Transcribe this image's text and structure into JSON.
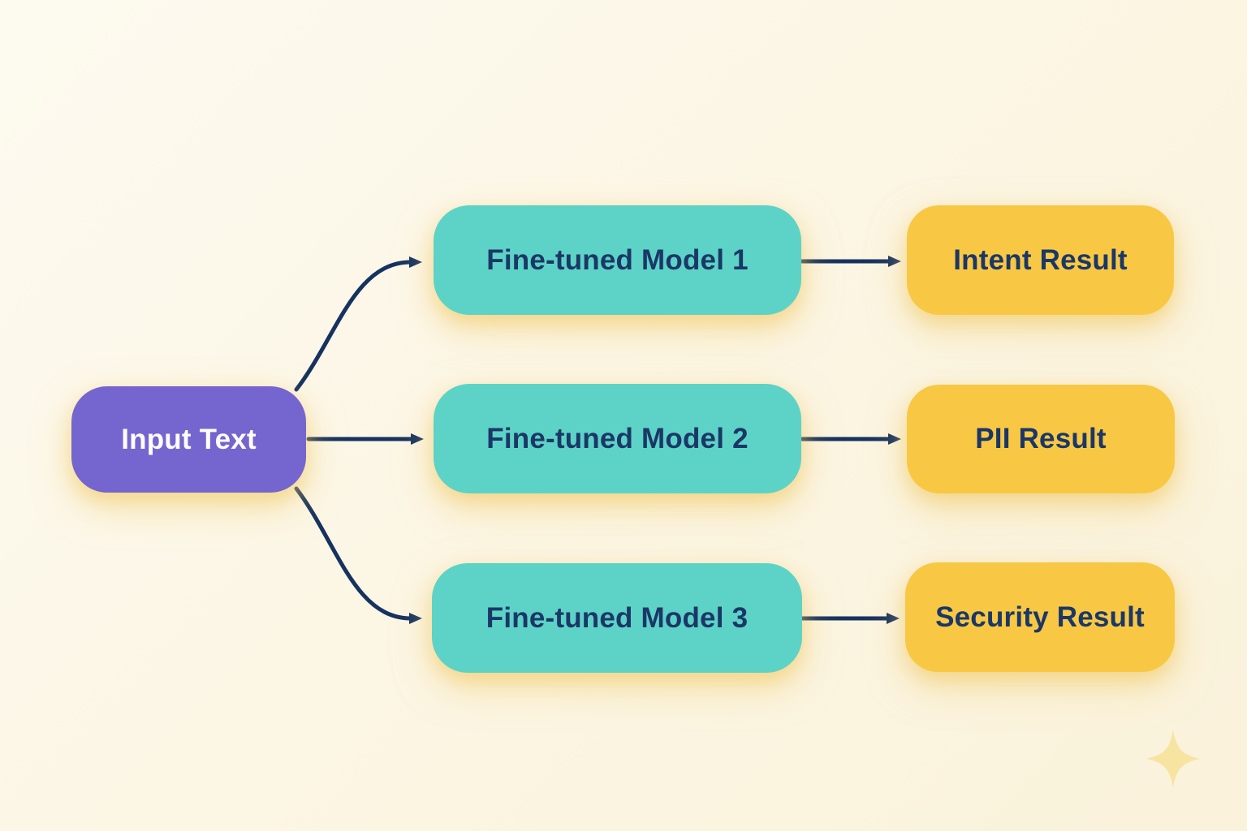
{
  "diagram": {
    "arrow_color": "#16325F",
    "sparkle_color": "#F7E4A1",
    "background_color": "#FCF6E5",
    "nodes": [
      {
        "id": "input-text",
        "label": "Input Text",
        "fill": "#7565CE",
        "text_color": "#FDFCFE"
      },
      {
        "id": "fine-tuned-model-1",
        "label": "Fine-tuned Model 1",
        "fill": "#5CD3C6",
        "text_color": "#1B3767"
      },
      {
        "id": "fine-tuned-model-2",
        "label": "Fine-tuned Model 2",
        "fill": "#5CD3C6",
        "text_color": "#1B3767"
      },
      {
        "id": "fine-tuned-model-3",
        "label": "Fine-tuned Model 3",
        "fill": "#5CD3C6",
        "text_color": "#1B3767"
      },
      {
        "id": "intent-result",
        "label": "Intent Result",
        "fill": "#F8C845",
        "text_color": "#1B3767"
      },
      {
        "id": "pii-result",
        "label": "PII Result",
        "fill": "#F8C845",
        "text_color": "#1B3767"
      },
      {
        "id": "security-result",
        "label": "Security Result",
        "fill": "#F8C845",
        "text_color": "#1B3767"
      }
    ],
    "edges": [
      {
        "from": "input-text",
        "to": "fine-tuned-model-1"
      },
      {
        "from": "input-text",
        "to": "fine-tuned-model-2"
      },
      {
        "from": "input-text",
        "to": "fine-tuned-model-3"
      },
      {
        "from": "fine-tuned-model-1",
        "to": "intent-result"
      },
      {
        "from": "fine-tuned-model-2",
        "to": "pii-result"
      },
      {
        "from": "fine-tuned-model-3",
        "to": "security-result"
      }
    ]
  }
}
